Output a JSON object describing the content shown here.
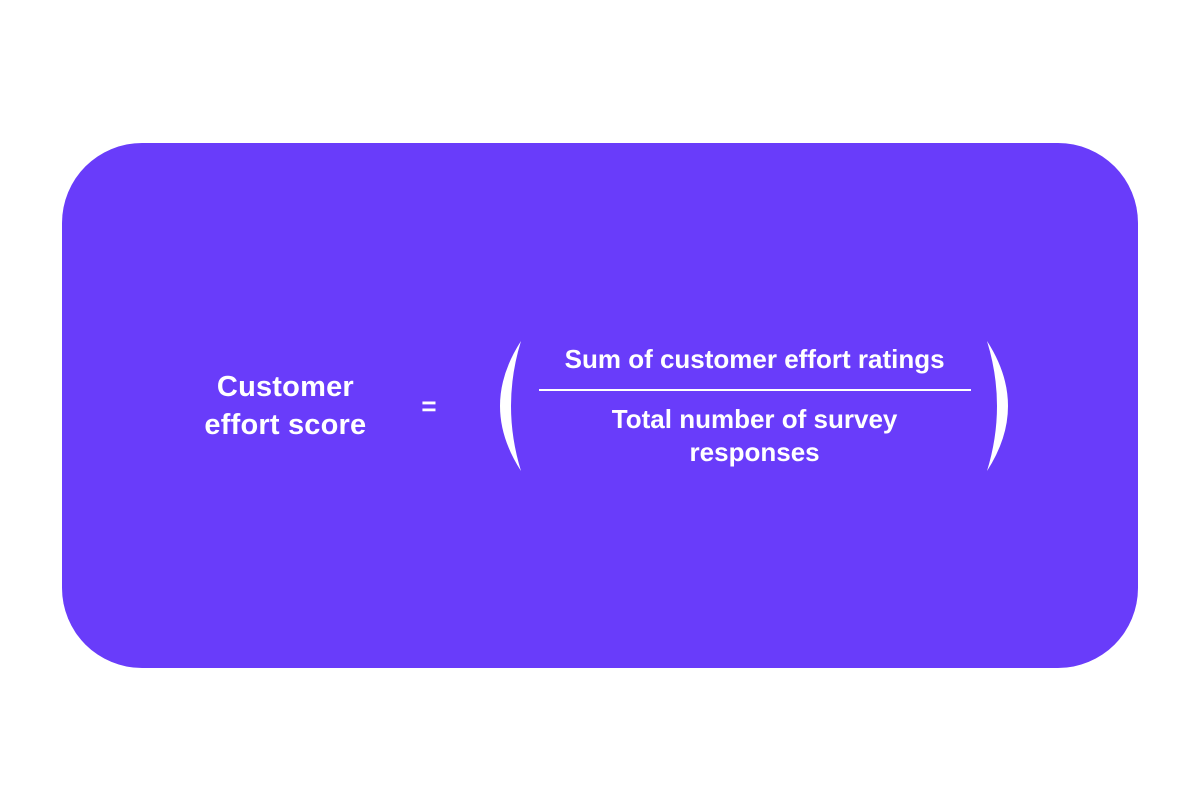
{
  "card": {
    "formula": {
      "lhs": "Customer effort score",
      "equals": "=",
      "open_paren": "(",
      "close_paren": ")",
      "numerator": "Sum of customer effort ratings",
      "denominator": "Total number of survey responses"
    }
  },
  "colors": {
    "card_bg": "#693CFA",
    "text_on_card": "#FFFFFF",
    "page_bg": "#FFFFFF"
  }
}
